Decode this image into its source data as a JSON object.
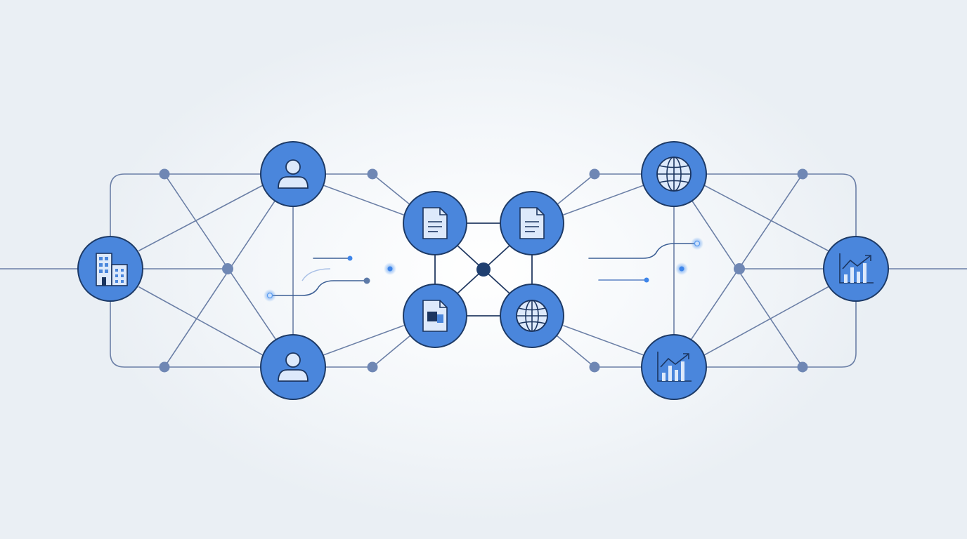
{
  "diagram": {
    "colors": {
      "node_fill": "#4a86dc",
      "node_border": "#1d3a66",
      "edge": "#6b7fa6",
      "junction": "#6f87b4",
      "hub": "#1f3f70",
      "icon_fill": "#dde9fb",
      "glow": "#5b9cf0",
      "background": "#eef2f6"
    },
    "nodes": [
      {
        "id": "building",
        "icon": "building-icon"
      },
      {
        "id": "person-top",
        "icon": "person-icon"
      },
      {
        "id": "person-bottom",
        "icon": "person-icon"
      },
      {
        "id": "doc-top-left",
        "icon": "document-icon"
      },
      {
        "id": "doc-top-right",
        "icon": "document-icon"
      },
      {
        "id": "image-doc",
        "icon": "image-document-icon"
      },
      {
        "id": "globe-center",
        "icon": "globe-icon"
      },
      {
        "id": "globe-top",
        "icon": "globe-icon"
      },
      {
        "id": "chart-bottom",
        "icon": "bar-chart-icon"
      },
      {
        "id": "chart-right",
        "icon": "bar-chart-icon"
      }
    ],
    "central_hub": {
      "icon": "hub-dot"
    }
  }
}
